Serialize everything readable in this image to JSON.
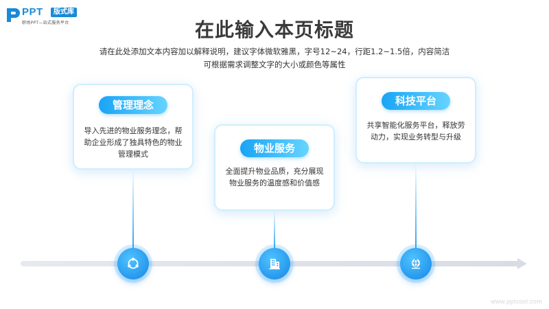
{
  "logo": {
    "brand": "PPT",
    "badge": "版式库",
    "tagline": "职场PPT—站式服务平台"
  },
  "slide": {
    "title": "在此输入本页标题",
    "description_line1": "请在此处添加文本内容加以解释说明，建议字体微软雅黑，字号12~24，行距1.2~1.5倍，内容简洁",
    "description_line2": "可根据需求调整文字的大小或颜色等属性"
  },
  "cards": [
    {
      "heading": "管理理念",
      "body_line1": "导入先进的物业服务理念，帮",
      "body_line2": "助企业形成了独具特色的物业",
      "body_line3": "管理模式",
      "icon": "recycle-users-icon"
    },
    {
      "heading": "物业服务",
      "body_line1": "全面提升物业品质，充分展现",
      "body_line2": "物业服务的温度感和价值感",
      "icon": "building-icon"
    },
    {
      "heading": "科技平台",
      "body_line1": "共享智能化服务平台，释放劳",
      "body_line2": "动力，实现业务转型与升级",
      "icon": "globe-network-icon"
    }
  ],
  "watermark": "www.pptcool.com",
  "colors": {
    "accent": "#1a8ad9",
    "pill_start": "#19a4f5",
    "pill_end": "#66d4ff",
    "timeline": "#d8dce4"
  }
}
